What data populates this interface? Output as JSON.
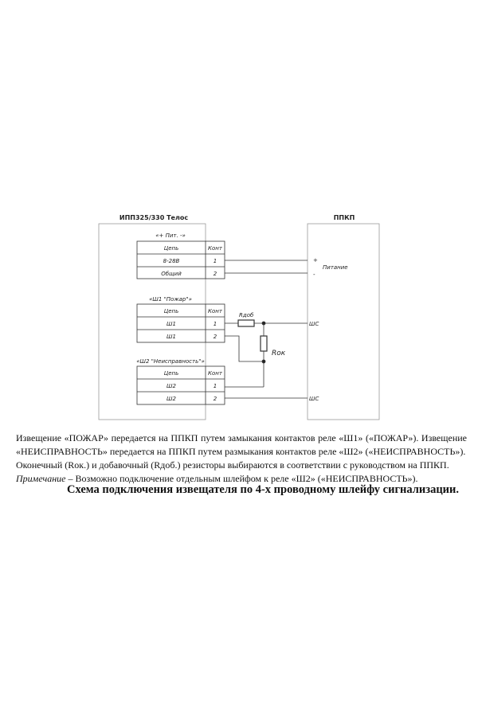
{
  "diagram": {
    "device_title": "ИПП325/330 Телос",
    "panel_title": "ППКП",
    "power_block": {
      "label": "«+ Пит. -»",
      "header": [
        "Цепь",
        "Конт"
      ],
      "rows": [
        [
          "8-28В",
          "1"
        ],
        [
          "Общий",
          "2"
        ]
      ]
    },
    "sh1_block": {
      "label": "«Ш1 \"Пожар\"»",
      "header": [
        "Цепь",
        "Конт"
      ],
      "rows": [
        [
          "Ш1",
          "1"
        ],
        [
          "Ш1",
          "2"
        ]
      ]
    },
    "sh2_block": {
      "label": "«Ш2 \"Неисправность\"»",
      "header": [
        "Цепь",
        "Конт"
      ],
      "rows": [
        [
          "Ш2",
          "1"
        ],
        [
          "Ш2",
          "2"
        ]
      ]
    },
    "plus": "+",
    "minus": "-",
    "power_label": "Питание",
    "r_add": "Rдоб",
    "r_end": "Rок",
    "loop1": "ШС",
    "loop2": "ШС"
  },
  "text": {
    "p1": "Извещение «ПОЖАР» передается на ППКП путем замыкания контактов реле «Ш1» («ПОЖАР»). Извещение «НЕИСПРАВНОСТЬ» передается на ППКП путем размыкания контактов реле «Ш2» («НЕИСПРАВНОСТЬ»).",
    "p2": "Оконечный (Rок.) и добавочный (Rдоб.) резисторы выбираются в соответствии с руководством на ППКП.",
    "note_label": "Примечание",
    "note": " – Возможно подключение отдельным шлейфом к реле «Ш2» («НЕИСПРАВНОСТЬ»).",
    "caption": "Схема подключения извещателя по 4-х проводному шлейфу сигнализации."
  }
}
